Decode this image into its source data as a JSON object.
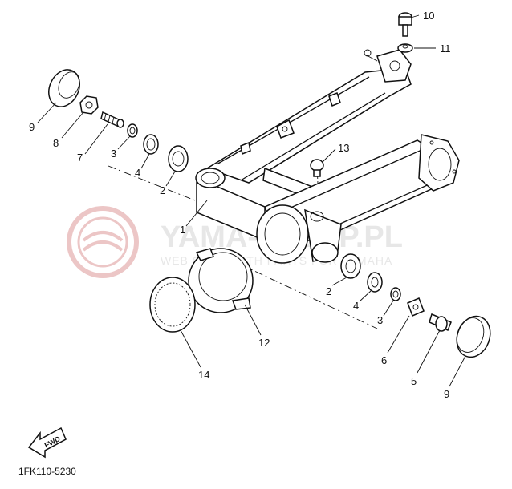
{
  "watermark": {
    "title": "YAMA-SKLEP.PL",
    "subtitle": "WEB SHOP WITH PARTS FOR YAMAHA",
    "color": "#e8c0c0"
  },
  "diagram_code": "1FK110-5230",
  "fwd_label": "FWD",
  "callouts": {
    "c1": "1",
    "c2a": "2",
    "c2b": "2",
    "c3a": "3",
    "c3b": "3",
    "c4a": "4",
    "c4b": "4",
    "c5": "5",
    "c6": "6",
    "c7": "7",
    "c8": "8",
    "c9a": "9",
    "c9b": "9",
    "c10": "10",
    "c11": "11",
    "c12": "12",
    "c13": "13",
    "c14": "14"
  }
}
